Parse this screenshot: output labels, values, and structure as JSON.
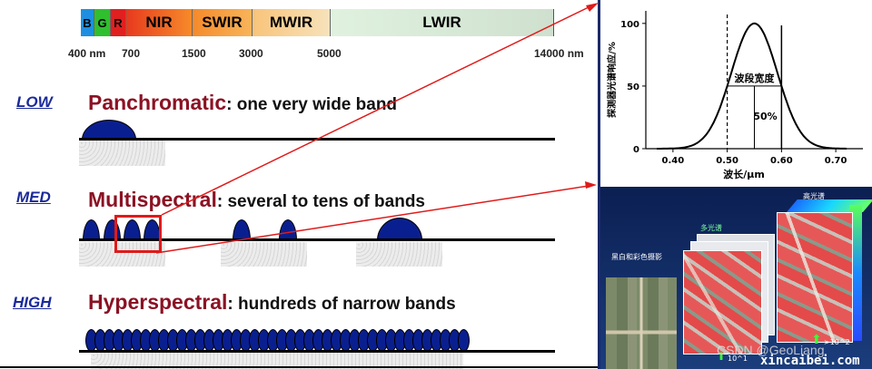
{
  "spectrum": {
    "bands": [
      {
        "label": "B",
        "color": "#1e8fe0"
      },
      {
        "label": "G",
        "color": "#2fbf2f"
      },
      {
        "label": "R",
        "color": "#e02020"
      },
      {
        "label": "NIR",
        "color": "#f06020"
      },
      {
        "label": "SWIR",
        "color": "#f7a640"
      },
      {
        "label": "MWIR",
        "color": "#f8d9a0"
      },
      {
        "label": "LWIR",
        "color": "#d6ead6"
      }
    ],
    "ticks": [
      "400 nm",
      "700",
      "1500",
      "3000",
      "5000",
      "14000 nm"
    ]
  },
  "levels": {
    "low": {
      "level": "LOW",
      "name": "Panchromatic",
      "desc": ": one very wide band"
    },
    "med": {
      "level": "MED",
      "name": "Multispectral",
      "desc": ": several to tens of bands"
    },
    "high": {
      "level": "HIGH",
      "name": "Hyperspectral",
      "desc": ": hundreds of narrow bands"
    }
  },
  "colors": {
    "accent": "#8b1224",
    "band": "#0a1f8f",
    "arrow": "#e01a1a",
    "level": "#1a2a9a"
  },
  "response_chart": {
    "type": "line",
    "ylabel": "探测器光谱响应/%",
    "xlabel": "波长/μm",
    "xticks": [
      "0.40",
      "0.50",
      "0.60",
      "0.70"
    ],
    "yticks": [
      "0",
      "50",
      "100"
    ],
    "bandwidth_label": "波段宽度",
    "half_label": "50%",
    "center": 0.55,
    "fwhm_low": 0.5,
    "fwhm_high": 0.6,
    "xlim": [
      0.35,
      0.75
    ],
    "ylim": [
      0,
      110
    ]
  },
  "cube_panel": {
    "label_bw": "黑白和彩色摄影",
    "label_multi": "多光谱",
    "label_hyper": "高光谱",
    "label_ten": "10^1",
    "label_hundred": ">10^2",
    "watermark": "CSDN @GeoLiang",
    "site": "xincaibei.com"
  }
}
